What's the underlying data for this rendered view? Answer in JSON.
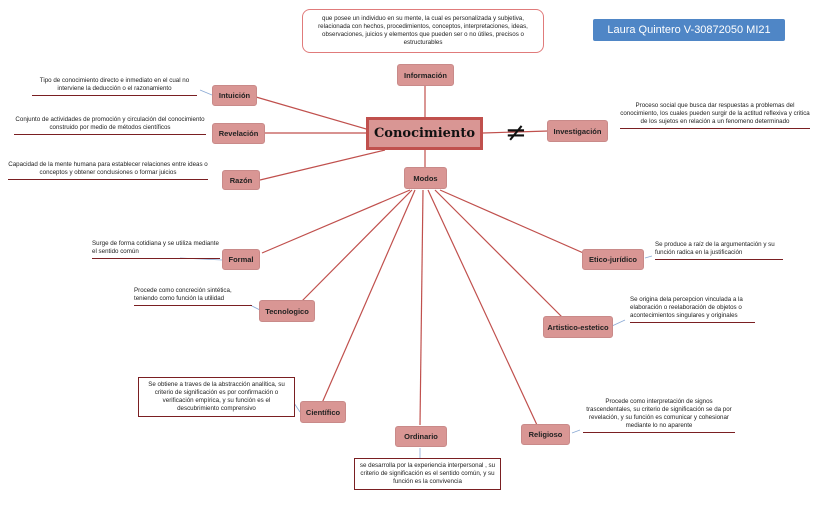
{
  "author": "Laura Quintero V-30872050 MI21",
  "center": "Conocimiento",
  "neq_symbol": "≠",
  "nodes": {
    "informacion": "Información",
    "intuicion": "Intuición",
    "revelacion": "Revelación",
    "razon": "Razón",
    "investigacion": "Investigación",
    "modos": "Modos",
    "formal": "Formal",
    "tecnologico": "Tecnologico",
    "cientifico": "Científico",
    "ordinario": "Ordinario",
    "etico": "Etico-jurídico",
    "artistico": "Artistico-estetico",
    "religioso": "Religioso"
  },
  "notes": {
    "informacion": "que posee un individuo en su mente, la cual es personalizada y subjetiva, relacionada con hechos, procedimientos, conceptos, interpretaciones, ideas, observaciones, juicios y elementos que pueden ser o no útiles, precisos o estructurables",
    "intuicion": "Tipo de conocimiento directo e inmediato  en el cual no interviene la deducción o el razonamiento",
    "revelacion": "Conjunto de actividades de promoción y circulación del conocimiento construido por medio de métodos científicos",
    "razon": "Capacidad de la mente humana para establecer relaciones entre ideas o conceptos y obtener conclusiones o formar juicios",
    "investigacion": "Proceso social que busca dar respuestas a problemas del conocimiento, los cuales pueden surgir de la actitud reflexiva y critica de los sujetos en relación a un fenomeno determinado",
    "formal": "Surge de forma cotidiana  y se utiliza mediante el sentido común",
    "tecnologico": "Procede como concreción sintética, teniendo como función la utilidad",
    "cientifico": "Se obtiene a traves de la abstracción analítica, su criterio de significación es por confirmación o verificación empírica, y su función es el descubrimiento comprensivo",
    "ordinario": "se desarrolla por la experiencia  interpersonal , su criterio de significación es el sentido común, y su función es la convivencia",
    "etico": "Se produce a raíz de la argumentación y su función radica en la justificación",
    "artistico": "Se origina dela percepcion vinculada a la elaboración o reelaboración de objetos o acontecimientos singulares y originales",
    "religioso": "Procede como interpretación de signos trascendentales, su criterio de significación se da por revelación, y su función es comunicar y cohesionar mediante lo no aparente"
  },
  "colors": {
    "node_fill": "#d99694",
    "center_border": "#c0504d",
    "line": "#c0504d",
    "underline": "#7a1f22",
    "author_bg": "#4f86c6"
  }
}
